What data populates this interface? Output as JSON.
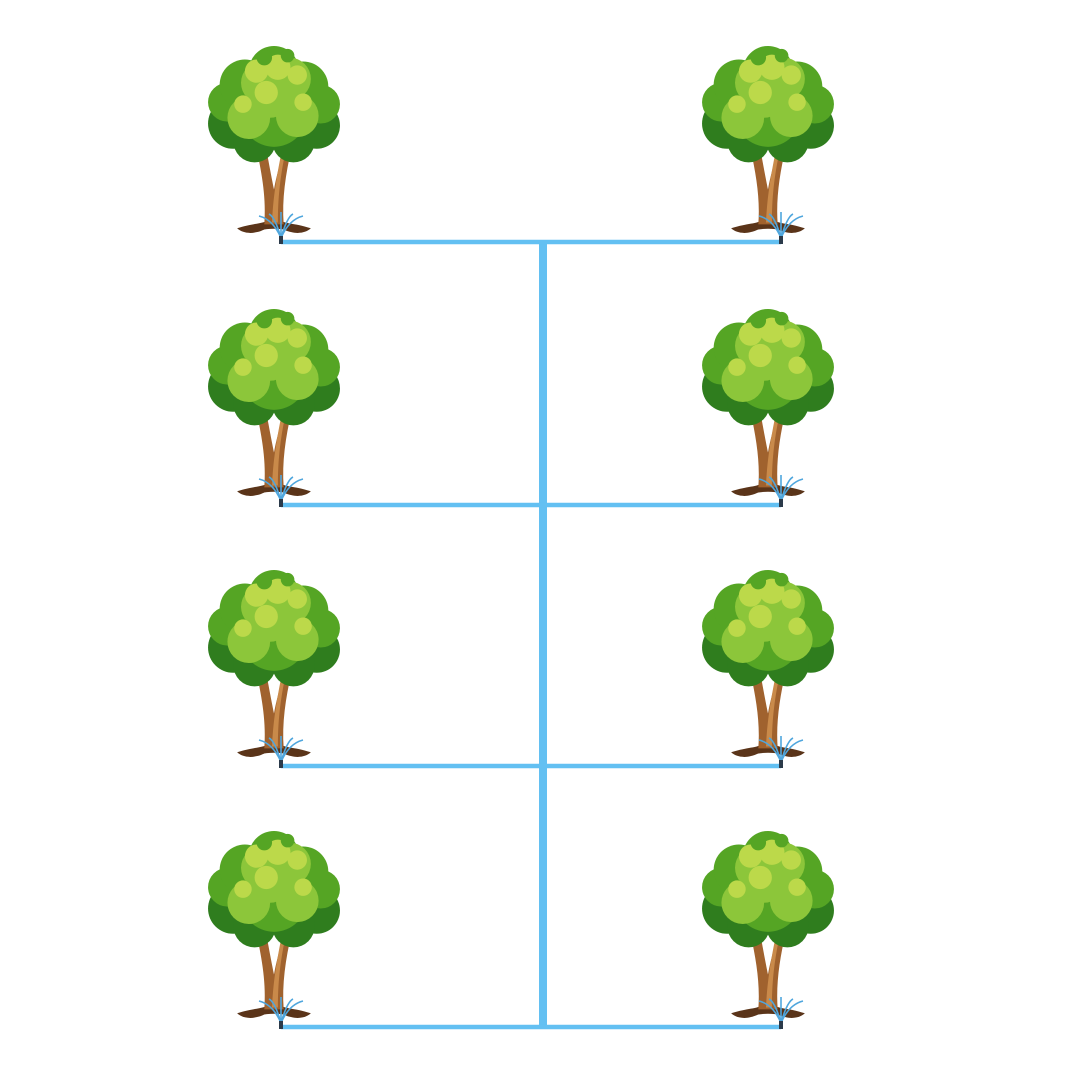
{
  "diagram": {
    "background_color": "#ffffff",
    "pipe_color": "#63c0f2",
    "spray_color": "#4fa6dd",
    "emitter_color": "#2b3a4a",
    "tree_colors": {
      "canopy_dark": "#2f7d1e",
      "canopy_mid": "#55a524",
      "canopy_light": "#8cc63a",
      "canopy_highlight": "#bcd94a",
      "trunk": "#a0622e",
      "trunk_highlight": "#c98a4a",
      "root": "#5a3419"
    },
    "rows": [
      {
        "trees": [
          "tree-left",
          "tree-right"
        ]
      },
      {
        "trees": [
          "tree-left",
          "tree-right"
        ]
      },
      {
        "trees": [
          "tree-left",
          "tree-right"
        ]
      },
      {
        "trees": [
          "tree-left",
          "tree-right"
        ]
      }
    ]
  }
}
